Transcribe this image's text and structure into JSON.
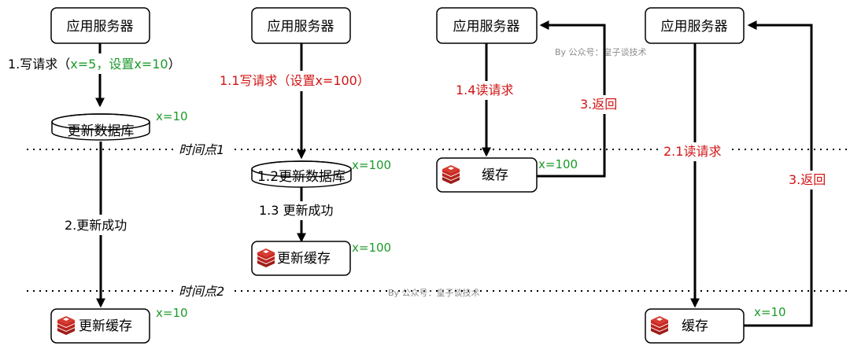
{
  "server_label": "应用服务器",
  "left": {
    "step1_prefix": "1.写请求（",
    "step1_value": "x=5，设置x=10",
    "step1_suffix": "）",
    "db_label": "更新数据库",
    "db_value": "x=10",
    "step2": "2.更新成功",
    "cache_label": "更新缓存",
    "cache_value": "x=10"
  },
  "center": {
    "step1": "1.1写请求（设置x=100）",
    "db_label": "1.2更新数据库",
    "db_value": "x=100",
    "step3": "1.3 更新成功",
    "cache_label": "更新缓存",
    "cache_value": "x=100"
  },
  "right1": {
    "read": "1.4读请求",
    "ret": "3.返回",
    "cache_label": "缓存",
    "cache_value": "x=100"
  },
  "right2": {
    "read": "2.1读请求",
    "ret": "3.返回",
    "cache_label": "缓存",
    "cache_value": "x=10"
  },
  "timeline": {
    "t1": "时间点1",
    "t2": "时间点2"
  },
  "watermark": "By 公众号：皇子谈技术",
  "colors": {
    "red": "#d21414",
    "green": "#1c9a2b",
    "redis_icon": "#c92b24"
  }
}
